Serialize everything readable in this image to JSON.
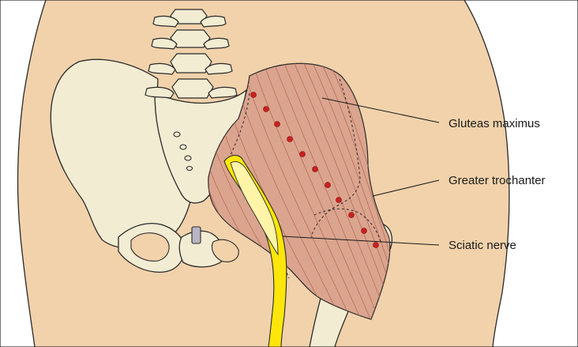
{
  "labels": {
    "gluteus": "Gluteas maximus",
    "trochanter": "Greater trochanter",
    "sciatic": "Sciatic nerve"
  },
  "colors": {
    "skin": "#f1d2ab",
    "bone": "#f2ecd3",
    "muscle": "#dba48e",
    "muscle_fibre": "#b5705a",
    "nerve": "#ffe60a",
    "dots": "#cc1f1f",
    "outline": "#2a2a2a"
  }
}
